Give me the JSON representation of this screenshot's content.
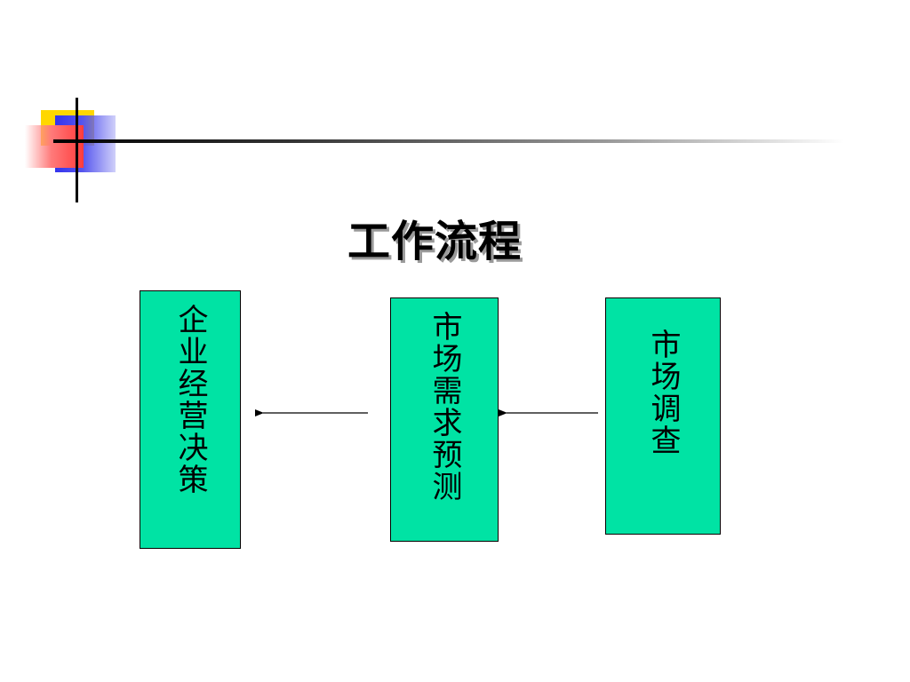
{
  "slide": {
    "title": "工作流程"
  },
  "flow": {
    "boxes": [
      {
        "id": "box1",
        "label": "企业经营决策"
      },
      {
        "id": "box2",
        "label": "市场需求预测"
      },
      {
        "id": "box3",
        "label": "市场调查"
      }
    ],
    "connections": [
      {
        "from": "市场调查",
        "to": "市场需求预测"
      },
      {
        "from": "市场需求预测",
        "to": "企业经营决策"
      }
    ]
  },
  "colors": {
    "box_fill": "#00e3a4",
    "accent_yellow": "#ffd700",
    "accent_blue": "#3333ee",
    "accent_red": "#ff3b3b"
  }
}
